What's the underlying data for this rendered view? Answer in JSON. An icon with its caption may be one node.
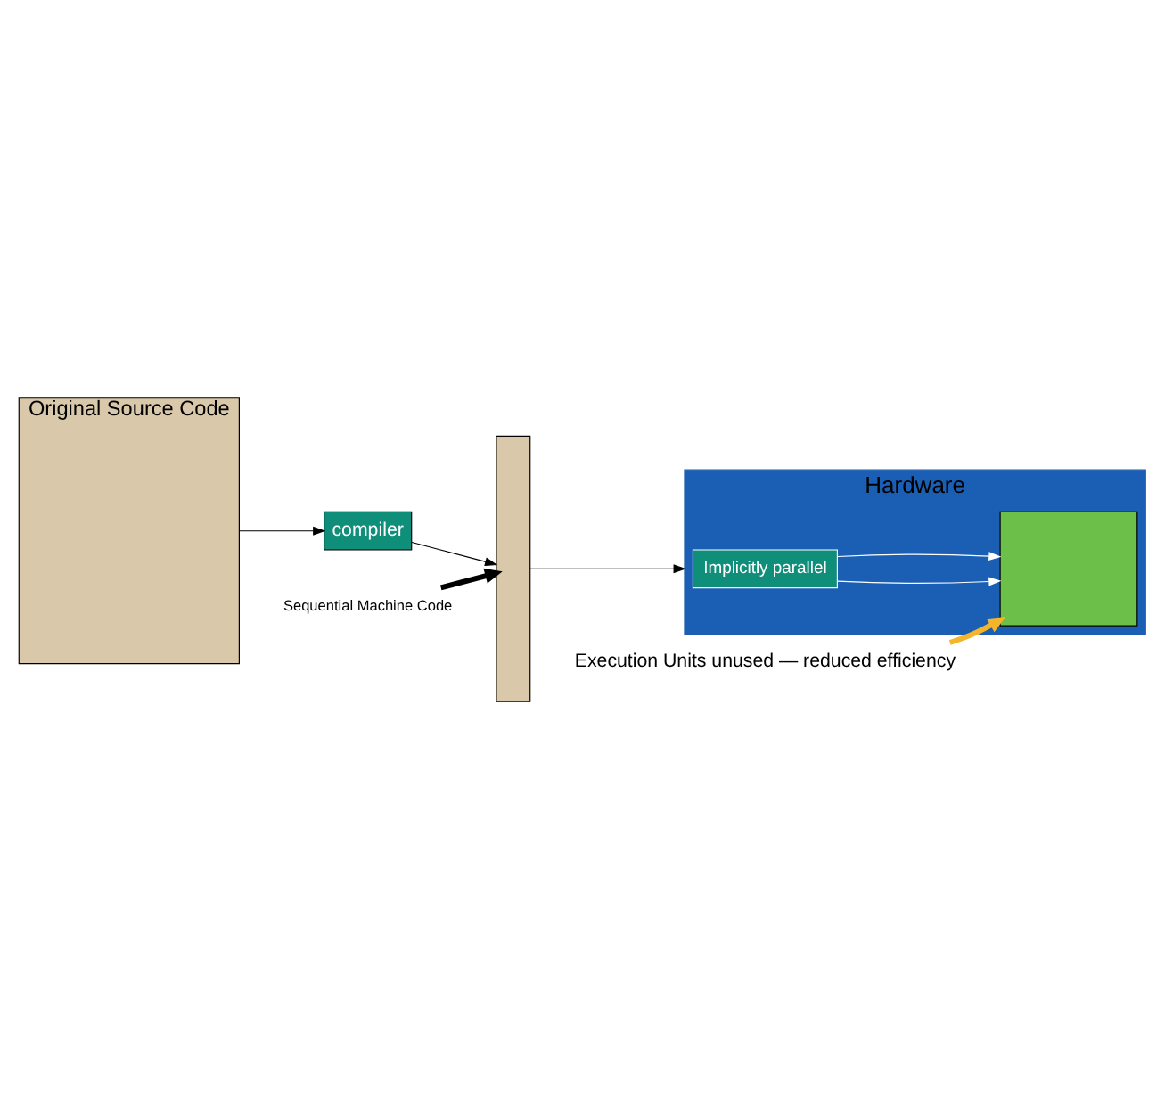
{
  "diagram": {
    "nodes": [
      {
        "text": [
          "Original Source Code"
        ]
      },
      {
        "text": [
          "compiler"
        ]
      },
      {
        "text": [],
        "shape": "bar"
      },
      {
        "text": [
          "Sequential Machine Code"
        ]
      },
      {
        "text": [
          "Hardware"
        ]
      },
      {
        "text": [
          "Implicitly parallel"
        ],
        "in": 4
      },
      {
        "text": [],
        "shape": "box",
        "in": 4
      },
      {
        "text": [
          "Execution Units unused — reduced efficiency"
        ]
      }
    ],
    "edges": [
      {
        "from": 0,
        "to": 1,
        "arrow": "to"
      },
      {
        "from": 1,
        "to": 2,
        "arrow": "to"
      },
      {
        "from": 2,
        "to": 4,
        "arrow": "to"
      },
      {
        "from": 3,
        "to": 2,
        "arrow": "to",
        "style": "thick"
      },
      {
        "from": 5,
        "to": 6,
        "arrow": "to",
        "color": "#ffffff"
      },
      {
        "from": 5,
        "to": 6,
        "arrow": "to",
        "color": "#ffffff"
      },
      {
        "from": 7,
        "to": 6,
        "arrow": "to",
        "style": "thick",
        "color": "#f5b52a"
      }
    ]
  }
}
